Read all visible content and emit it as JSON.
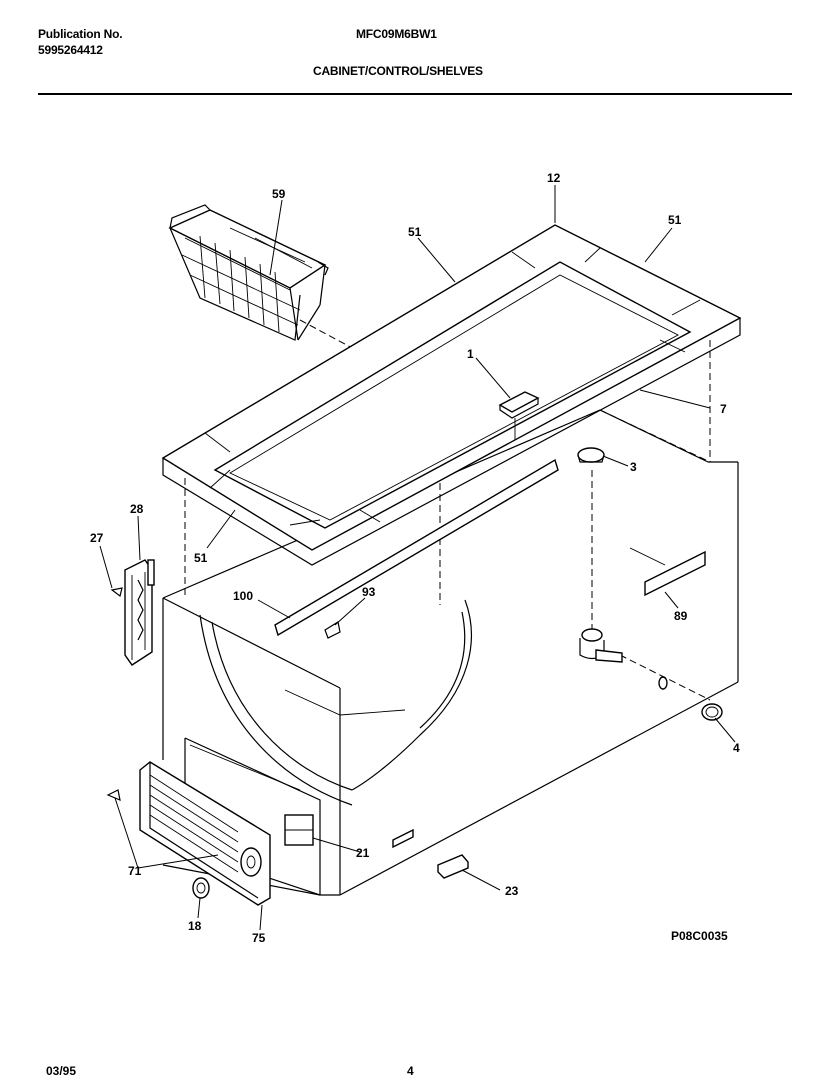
{
  "header": {
    "publication_label": "Publication No.",
    "publication_number": "5995264412",
    "model": "MFC09M6BW1",
    "section_title": "CABINET/CONTROL/SHELVES"
  },
  "diagram": {
    "part_labels": [
      {
        "id": "1",
        "text": "1"
      },
      {
        "id": "3",
        "text": "3"
      },
      {
        "id": "4",
        "text": "4"
      },
      {
        "id": "7",
        "text": "7"
      },
      {
        "id": "12",
        "text": "12"
      },
      {
        "id": "18",
        "text": "18"
      },
      {
        "id": "21",
        "text": "21"
      },
      {
        "id": "23",
        "text": "23"
      },
      {
        "id": "27",
        "text": "27"
      },
      {
        "id": "28",
        "text": "28"
      },
      {
        "id": "51a",
        "text": "51"
      },
      {
        "id": "51b",
        "text": "51"
      },
      {
        "id": "51c",
        "text": "51"
      },
      {
        "id": "59",
        "text": "59"
      },
      {
        "id": "71",
        "text": "71"
      },
      {
        "id": "75",
        "text": "75"
      },
      {
        "id": "89",
        "text": "89"
      },
      {
        "id": "93",
        "text": "93"
      },
      {
        "id": "100",
        "text": "100"
      }
    ],
    "drawing_code": "P08C0035"
  },
  "footer": {
    "date": "03/95",
    "page": "4"
  }
}
